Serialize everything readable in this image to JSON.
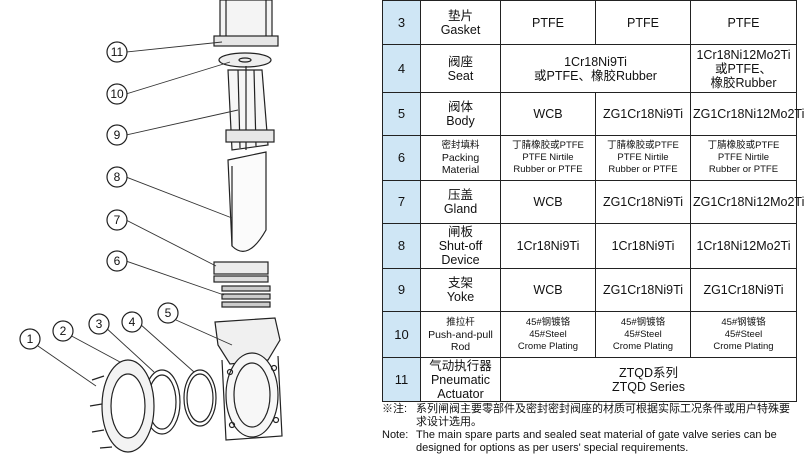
{
  "callouts": [
    "1",
    "2",
    "3",
    "4",
    "5",
    "6",
    "7",
    "8",
    "9",
    "10",
    "11"
  ],
  "table": {
    "rows": [
      {
        "no": "3",
        "cn": "垫片",
        "en": "Gasket",
        "merged": false,
        "v1": [
          "PTFE"
        ],
        "v2": [
          "PTFE"
        ],
        "v3": [
          "PTFE"
        ]
      },
      {
        "no": "4",
        "cn": "阀座",
        "en": "Seat",
        "merged": true,
        "v12": [
          "1Cr18Ni9Ti",
          "或PTFE、橡胶Rubber"
        ],
        "v3": [
          "1Cr18Ni12Mo2Ti",
          "或PTFE、",
          "橡胶Rubber"
        ]
      },
      {
        "no": "5",
        "cn": "阀体",
        "en": "Body",
        "merged": false,
        "v1": [
          "WCB"
        ],
        "v2": [
          "ZG1Cr18Ni9Ti"
        ],
        "v3": [
          "ZG1Cr18Ni12Mo2Ti"
        ]
      },
      {
        "no": "6",
        "cn": "密封填料",
        "en": "Packing Material",
        "merged": false,
        "small": true,
        "v1": [
          "丁腈橡胶或PTFE",
          "PTFE  Nirtile",
          "Rubber or PTFE"
        ],
        "v2": [
          "丁腈橡胶或PTFE",
          "PTFE  Nirtile",
          "Rubber or PTFE"
        ],
        "v3": [
          "丁腈橡胶或PTFE",
          "PTFE  Nirtile",
          "Rubber or PTFE"
        ]
      },
      {
        "no": "7",
        "cn": "压盖",
        "en": "Gland",
        "merged": false,
        "v1": [
          "WCB"
        ],
        "v2": [
          "ZG1Cr18Ni9Ti"
        ],
        "v3": [
          "ZG1Cr18Ni12Mo2Ti"
        ]
      },
      {
        "no": "8",
        "cn": "闸板",
        "en": "Shut-off Device",
        "merged": false,
        "v1": [
          "1Cr18Ni9Ti"
        ],
        "v2": [
          "1Cr18Ni9Ti"
        ],
        "v3": [
          "1Cr18Ni12Mo2Ti"
        ]
      },
      {
        "no": "9",
        "cn": "支架",
        "en": "Yoke",
        "merged": false,
        "v1": [
          "WCB"
        ],
        "v2": [
          "ZG1Cr18Ni9Ti"
        ],
        "v3": [
          "ZG1Cr18Ni9Ti"
        ]
      },
      {
        "no": "10",
        "cn": "推拉杆",
        "en": "Push-and-pull Rod",
        "merged": false,
        "small": true,
        "v1": [
          "45#钢镀铬",
          "45#Steel",
          "Crome Plating"
        ],
        "v2": [
          "45#钢镀铬",
          "45#Steel",
          "Crome Plating"
        ],
        "v3": [
          "45#钢镀铬",
          "45#Steel",
          "Crome Plating"
        ]
      },
      {
        "no": "11",
        "cn": "气动执行器",
        "en": "Pneumatic Actuator",
        "merged": false,
        "all": [
          "ZTQD系列",
          "ZTQD Series"
        ]
      }
    ]
  },
  "notes": {
    "cn_label": "※注:",
    "cn_text": "系列闸阀主要零部件及密封密封阀座的材质可根据实际工况条件或用户特殊要求设计选用。",
    "en_label": "Note:",
    "en_text": "The main spare parts and sealed seat material of gate valve series can be designed for options as per users' special requirements."
  }
}
